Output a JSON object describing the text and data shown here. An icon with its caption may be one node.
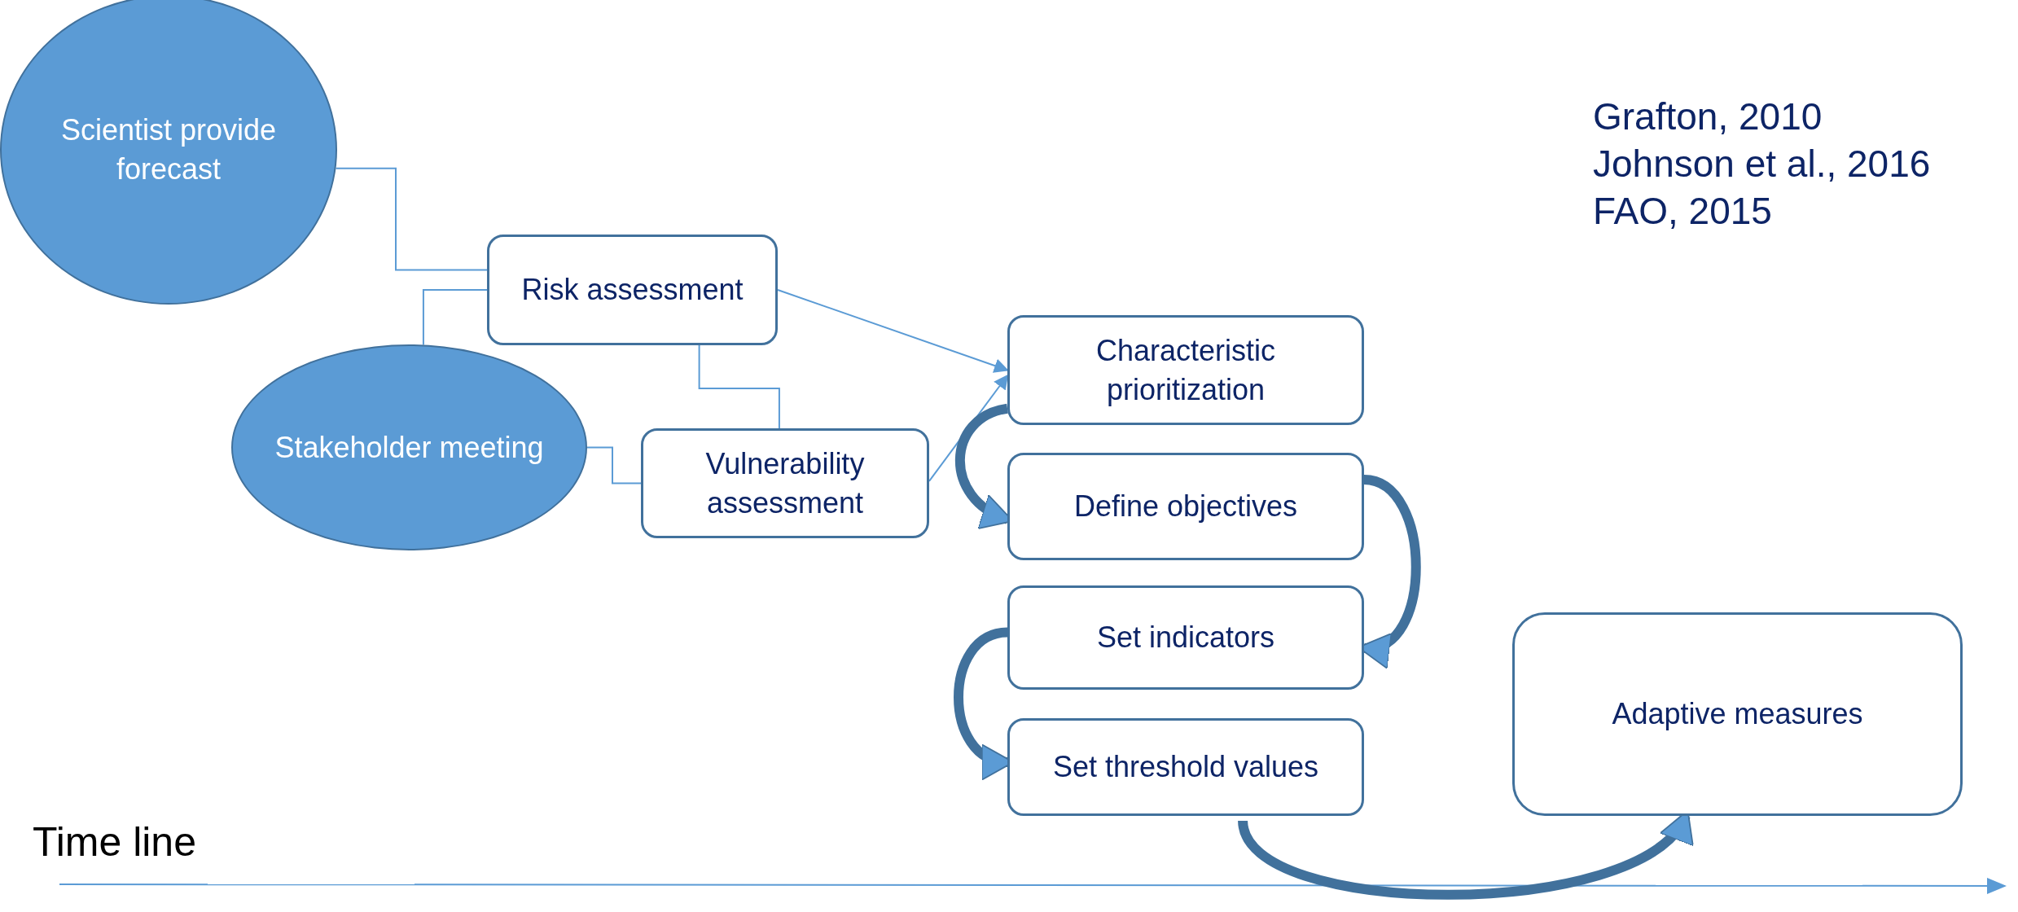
{
  "diagram": {
    "nodes": [
      {
        "text": [
          "Scientist provide forecast"
        ]
      },
      {
        "text": [
          "Risk assessment"
        ]
      },
      {
        "text": [
          "Stakeholder meeting"
        ]
      },
      {
        "text": [
          "Vulnerability assessment"
        ]
      },
      {
        "text": [
          "Characteristic prioritization"
        ]
      },
      {
        "text": [
          "Define objectives"
        ]
      },
      {
        "text": [
          "Set indicators"
        ]
      },
      {
        "text": [
          "Set threshold values"
        ]
      },
      {
        "text": [
          "Adaptive measures"
        ]
      }
    ],
    "edges": [
      {
        "from": 0,
        "to": 1,
        "arrow": "none"
      },
      {
        "from": 2,
        "to": 1,
        "arrow": "none"
      },
      {
        "from": 1,
        "to": 3,
        "arrow": "none"
      },
      {
        "from": 2,
        "to": 3,
        "arrow": "none"
      },
      {
        "from": 1,
        "to": 4,
        "arrow": "to"
      },
      {
        "from": 3,
        "to": 4,
        "arrow": "to"
      },
      {
        "from": 4,
        "to": 5,
        "arrow": "to",
        "style": "thick",
        "color": "#41719c"
      },
      {
        "from": 5,
        "to": 6,
        "arrow": "to",
        "style": "thick",
        "color": "#41719c"
      },
      {
        "from": 6,
        "to": 7,
        "arrow": "to",
        "style": "thick",
        "color": "#41719c"
      },
      {
        "from": 7,
        "to": 8,
        "arrow": "to",
        "style": "thick",
        "color": "#41719c"
      }
    ],
    "labels": [
      "Grafton, 2010",
      "Johnson et al., 2016",
      "FAO, 2015",
      "Time line"
    ]
  }
}
